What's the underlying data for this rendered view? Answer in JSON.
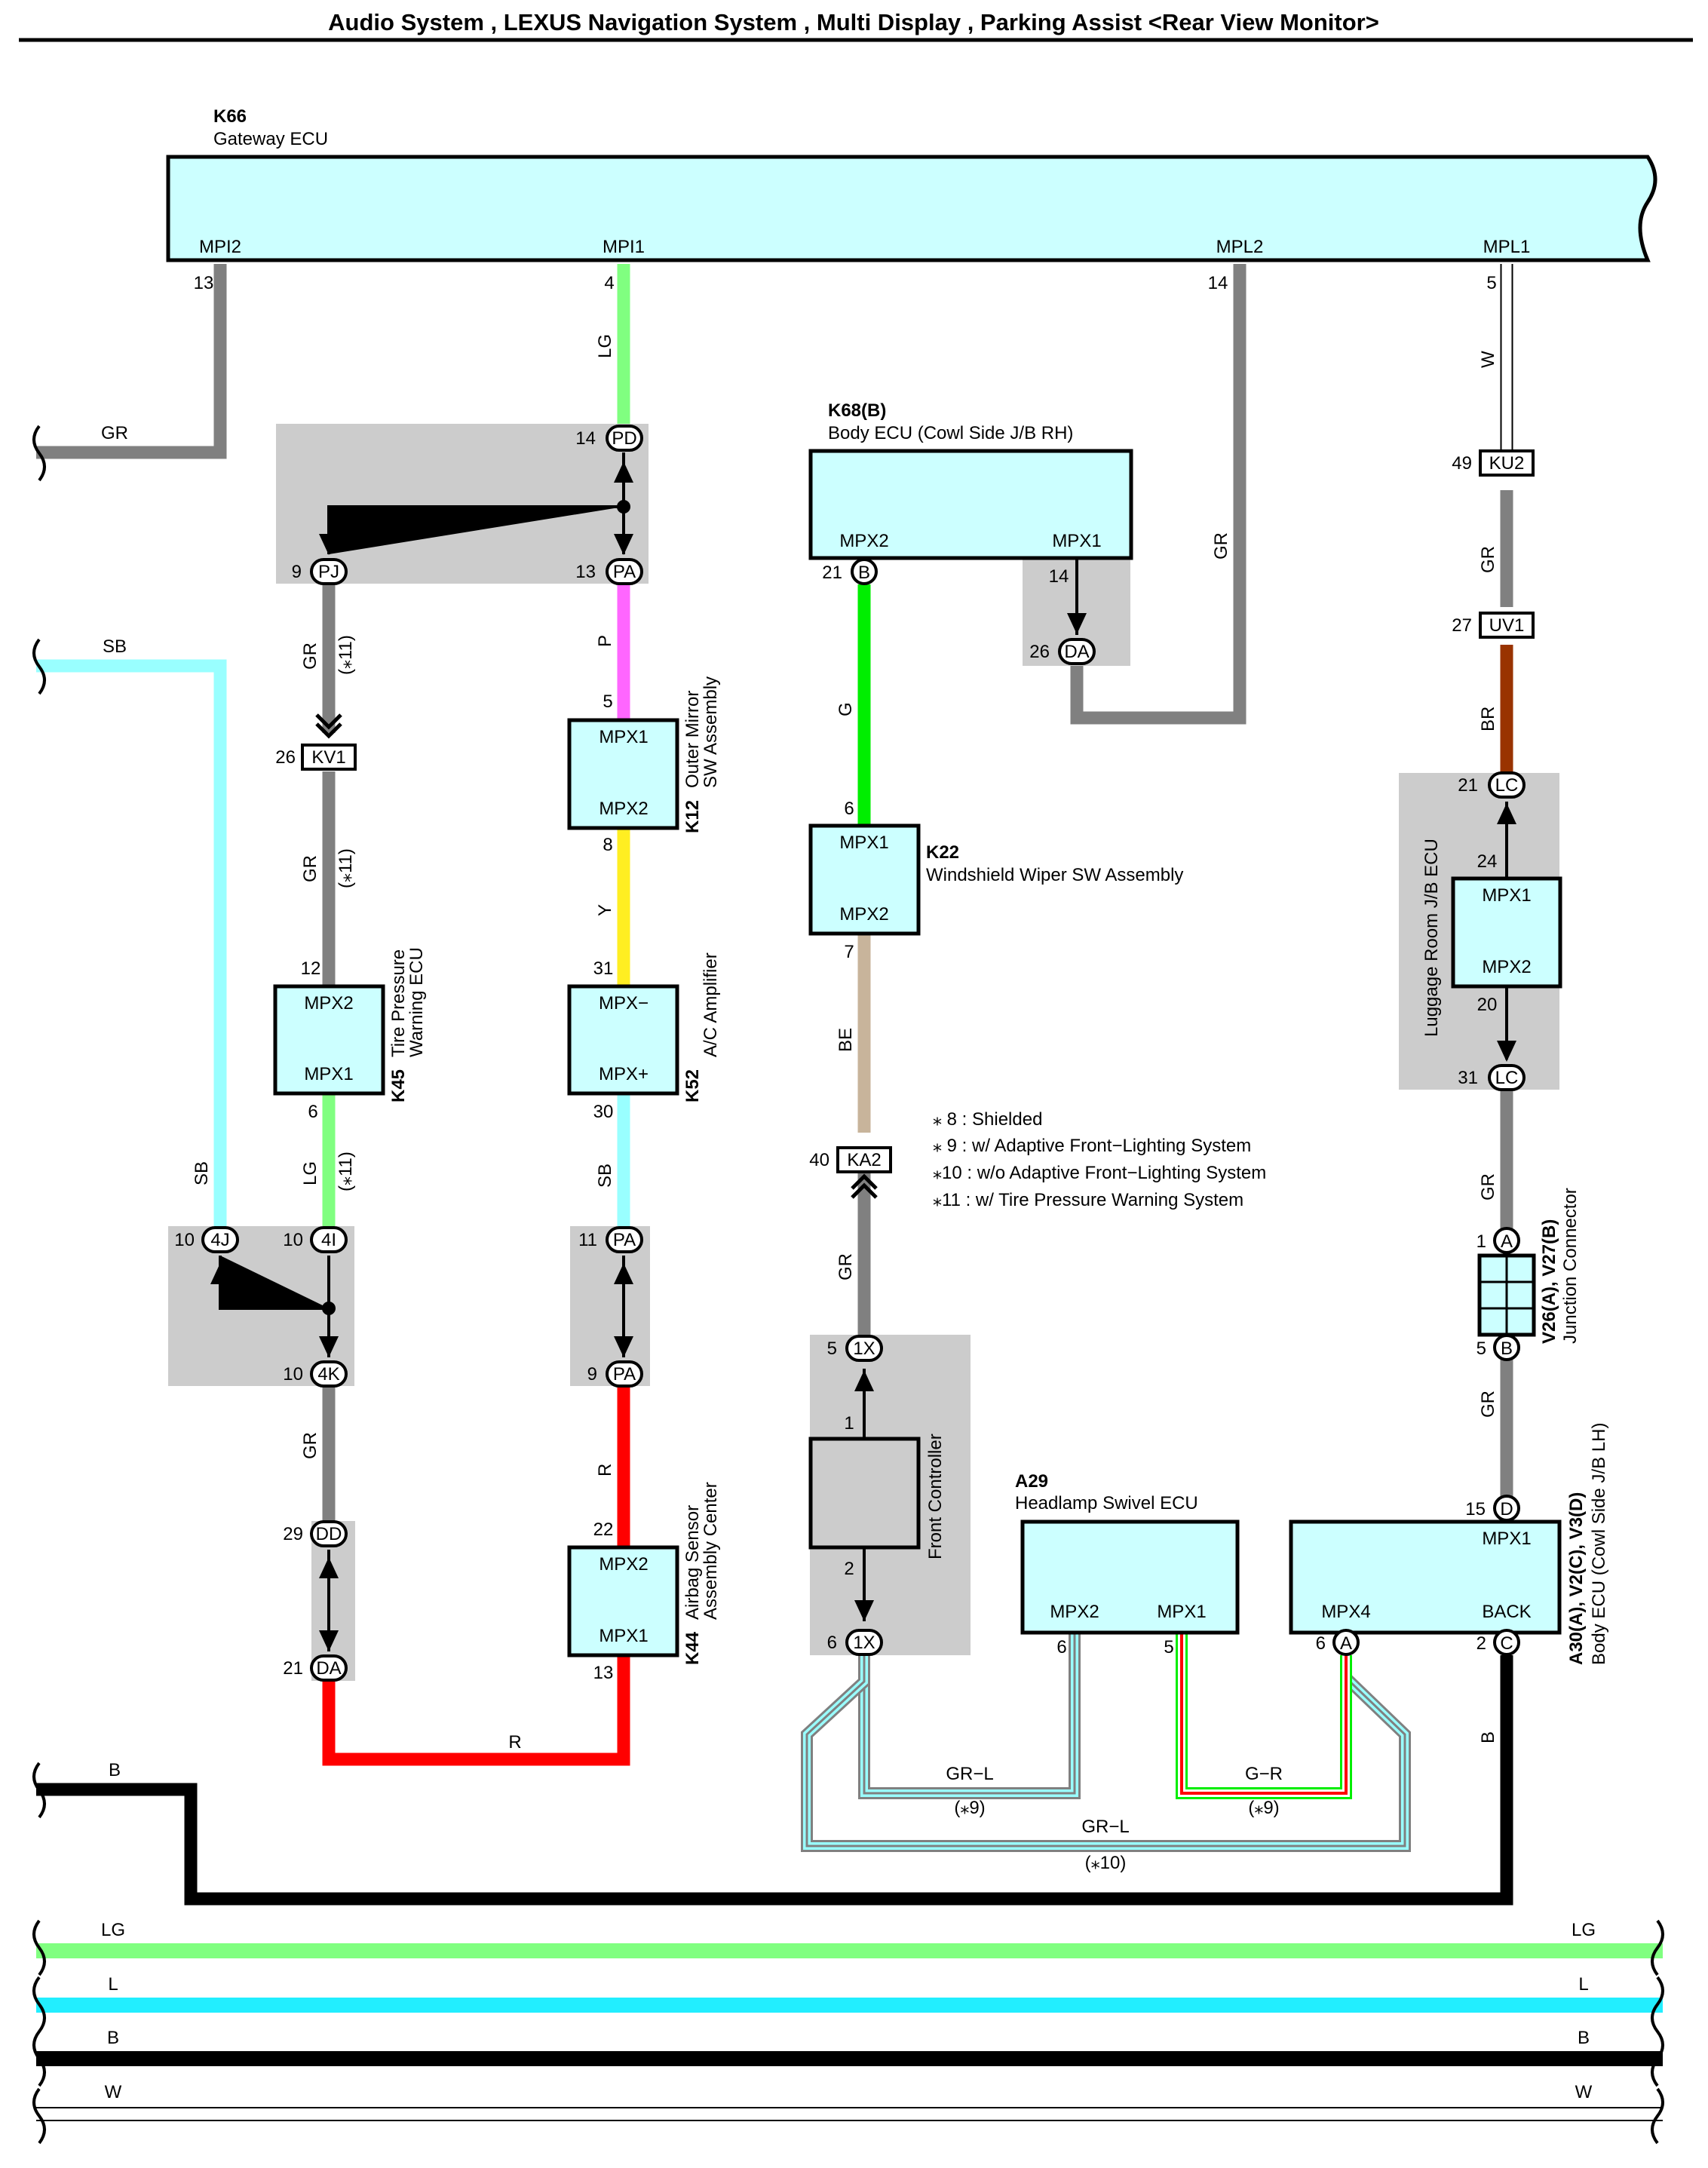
{
  "title": "Audio System , LEXUS Navigation System , Multi Display , Parking Assist <Rear View Monitor>",
  "colors": {
    "ecu_fill": "#ccffff",
    "junction_fill": "#cccccc",
    "wire_GR": "#808080",
    "wire_LG": "#80ff80",
    "wire_SB": "#99ffff",
    "wire_P": "#ff66ff",
    "wire_Y": "#ffee22",
    "wire_R": "#ff0000",
    "wire_G": "#00ee00",
    "wire_BE": "#c8b49b",
    "wire_BR": "#993300",
    "wire_B": "#000000",
    "wire_L": "#22eeff",
    "wire_W": "#ffffff"
  },
  "components": {
    "K66": {
      "code": "K66",
      "name": "Gateway ECU",
      "pins": {
        "mpi2": "MPI2",
        "mpi1": "MPI1",
        "mpl2": "MPL2",
        "mpl1": "MPL1"
      },
      "pin_nums": {
        "mpi2": "13",
        "mpi1": "4",
        "mpl2": "14",
        "mpl1": "5"
      }
    },
    "K68": {
      "code": "K68(B)",
      "name": "Body ECU (Cowl Side J/B RH)",
      "pins": {
        "mpx2": "MPX2",
        "mpx1": "MPX1"
      },
      "pin_nums": {
        "mpx2": "21",
        "mpx1": "14"
      }
    },
    "K12": {
      "code": "K12",
      "name_line1": "Outer Mirror",
      "name_line2": "SW Assembly",
      "pins": {
        "top": "MPX1",
        "bottom": "MPX2"
      },
      "pin_nums": {
        "top": "5",
        "bottom": "8"
      }
    },
    "K22": {
      "code": "K22",
      "name": "Windshield Wiper SW Assembly",
      "pins": {
        "top": "MPX1",
        "bottom": "MPX2"
      },
      "pin_nums": {
        "top": "6",
        "bottom": "7"
      }
    },
    "K45": {
      "code": "K45",
      "name_line1": "Tire Pressure",
      "name_line2": "Warning ECU",
      "pins": {
        "top": "MPX2",
        "bottom": "MPX1"
      },
      "pin_nums": {
        "top": "12",
        "bottom": "6"
      }
    },
    "K52": {
      "code": "K52",
      "name": "A/C Amplifier",
      "pins": {
        "top": "MPX−",
        "bottom": "MPX+"
      },
      "pin_nums": {
        "top": "31",
        "bottom": "30"
      }
    },
    "K44": {
      "code": "K44",
      "name_line1": "Airbag Sensor",
      "name_line2": "Assembly Center",
      "pins": {
        "top": "MPX2",
        "bottom": "MPX1"
      },
      "pin_nums": {
        "top": "22",
        "bottom": "13"
      }
    },
    "front_controller": {
      "name": "Front Controller",
      "pin_nums": {
        "top": "1",
        "bottom": "2"
      }
    },
    "A29": {
      "code": "A29",
      "name": "Headlamp Swivel ECU",
      "pins": {
        "mpx2": "MPX2",
        "mpx1": "MPX1"
      },
      "pin_nums": {
        "mpx2": "6",
        "mpx1": "5"
      }
    },
    "A30": {
      "code": "A30(A), V2(C), V3(D)",
      "name": "Body ECU (Cowl Side J/B LH)",
      "pins": {
        "mpx1": "MPX1",
        "mpx4": "MPX4",
        "back": "BACK"
      },
      "pin_nums": {
        "mpx1": "15",
        "mpx4": "6",
        "back": "2"
      }
    },
    "junction": {
      "code": "V26(A), V27(B)",
      "name": "Junction Connector",
      "pin_nums": {
        "a": "1",
        "b": "5"
      }
    },
    "luggage": {
      "name": "Luggage Room J/B ECU",
      "pins": {
        "top": "MPX1",
        "bottom": "MPX2"
      },
      "pin_nums": {
        "top": "24",
        "bottom": "20"
      }
    }
  },
  "connectors": {
    "PD": {
      "label": "PD",
      "pin": "14"
    },
    "PJ": {
      "label": "PJ",
      "pin": "9"
    },
    "PA13": {
      "label": "PA",
      "pin": "13"
    },
    "KV1": {
      "label": "KV1",
      "pin": "26"
    },
    "B21": {
      "label": "B",
      "pin": "21"
    },
    "DA26": {
      "label": "DA",
      "pin": "26"
    },
    "KU2": {
      "label": "KU2",
      "pin": "49"
    },
    "UV1": {
      "label": "UV1",
      "pin": "27"
    },
    "LC21": {
      "label": "LC",
      "pin": "21"
    },
    "LC31": {
      "label": "LC",
      "pin": "31"
    },
    "KA2": {
      "label": "KA2",
      "pin": "40"
    },
    "J4": {
      "label": "4J",
      "pin": "10"
    },
    "I4": {
      "label": "4I",
      "pin": "10"
    },
    "K4": {
      "label": "4K",
      "pin": "10"
    },
    "PA11": {
      "label": "PA",
      "pin": "11"
    },
    "PA9": {
      "label": "PA",
      "pin": "9"
    },
    "X1_5": {
      "label": "1X",
      "pin": "5"
    },
    "X1_6": {
      "label": "1X",
      "pin": "6"
    },
    "DD": {
      "label": "DD",
      "pin": "29"
    },
    "DA21": {
      "label": "DA",
      "pin": "21"
    },
    "A1": {
      "label": "A",
      "pin": "1"
    },
    "B5": {
      "label": "B",
      "pin": "5"
    },
    "D15": {
      "label": "D",
      "pin": "15"
    },
    "A6": {
      "label": "A",
      "pin": "6"
    },
    "C2": {
      "label": "C",
      "pin": "2"
    }
  },
  "wires": {
    "gr": "GR",
    "lg": "LG",
    "p": "P",
    "y": "Y",
    "sb": "SB",
    "r": "R",
    "g": "G",
    "be": "BE",
    "br": "BR",
    "b": "B",
    "w": "W",
    "l": "L",
    "grl": "GR−L",
    "gr_r": "G−R"
  },
  "notes": {
    "n11": "(⁎11)",
    "n9": "(⁎9)",
    "n10": "(⁎10)",
    "legend": [
      "⁎ 8 : Shielded",
      "⁎ 9 : w/ Adaptive Front−Lighting System",
      "⁎10 : w/o Adaptive Front−Lighting System",
      "⁎11 : w/ Tire Pressure Warning System"
    ]
  }
}
